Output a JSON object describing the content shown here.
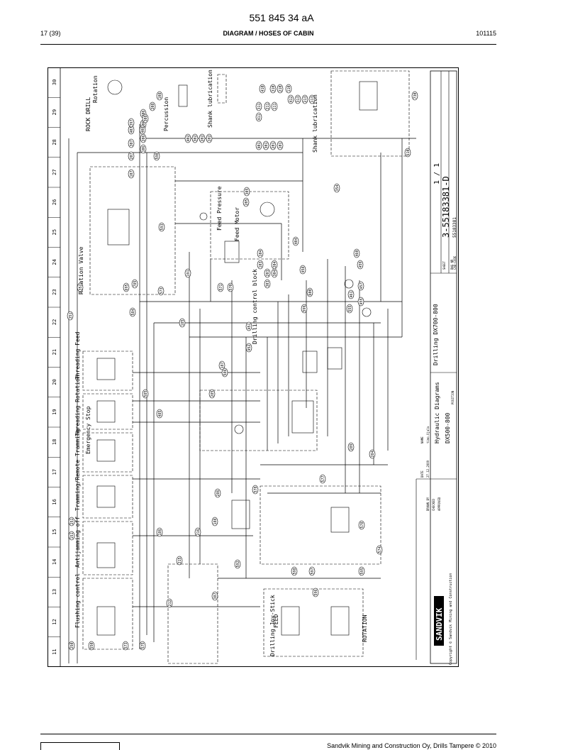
{
  "page": {
    "doc_number": "551 845 34 aA",
    "page_indicator": "17 (39)",
    "section_title": "DIAGRAM / HOSES OF CABIN",
    "date_code": "101115",
    "footer_text": "Sandvik Mining and Construction Oy, Drills Tampere © 2010"
  },
  "sheet": {
    "grid_columns": [
      "11",
      "12",
      "13",
      "14",
      "15",
      "16",
      "17",
      "18",
      "19",
      "20",
      "21",
      "22",
      "23",
      "24",
      "25",
      "26",
      "27",
      "28",
      "29",
      "30"
    ],
    "section_labels": {
      "flushing": "Flushing control",
      "antijamming": "Antijamming off",
      "tramming": "Tramming/Remote Tramming",
      "emergency": "Emergency Stop",
      "threading_rotation": "Threading Rotation",
      "threading_feed": "Threading Feed",
      "rotation_valve": "Rotation Valve",
      "drilling_control": "Drilling control block",
      "feed_pressure": "Feed Pressure",
      "feed_motor": "Feed Motor",
      "percussion": "Percussion",
      "rock_drill": "ROCK DRILL",
      "rotation": "Rotation",
      "shank_lubrication": "Shank lubrication",
      "shank_lubrication_2": "Shank lubrication",
      "joystick": "Drilling Joy-Stick",
      "feed": "FEED",
      "rotation_js": "ROTATION"
    },
    "hose_numbers": [
      {
        "id": "250"
      },
      {
        "id": "550"
      },
      {
        "id": "573"
      },
      {
        "id": "575"
      },
      {
        "id": "151"
      },
      {
        "id": "251"
      },
      {
        "id": "186"
      },
      {
        "id": "216"
      },
      {
        "id": "215"
      },
      {
        "id": "212"
      },
      {
        "id": "387"
      },
      {
        "id": "592"
      },
      {
        "id": "188"
      },
      {
        "id": "286"
      },
      {
        "id": "578"
      },
      {
        "id": "577"
      },
      {
        "id": "598"
      },
      {
        "id": "597"
      },
      {
        "id": "596"
      },
      {
        "id": "595"
      },
      {
        "id": "574"
      },
      {
        "id": "578b"
      },
      {
        "id": "284"
      },
      {
        "id": "289"
      },
      {
        "id": "485"
      },
      {
        "id": "585"
      },
      {
        "id": "285"
      },
      {
        "id": "586"
      },
      {
        "id": "187"
      },
      {
        "id": "452"
      },
      {
        "id": "451"
      },
      {
        "id": "185"
      },
      {
        "id": "584"
      },
      {
        "id": "695"
      },
      {
        "id": "785"
      },
      {
        "id": "351"
      },
      {
        "id": "352"
      },
      {
        "id": "590"
      },
      {
        "id": "573b"
      },
      {
        "id": "571"
      },
      {
        "id": "570"
      },
      {
        "id": "303"
      },
      {
        "id": "203"
      },
      {
        "id": "304"
      },
      {
        "id": "204"
      },
      {
        "id": "103"
      },
      {
        "id": "104"
      },
      {
        "id": "191"
      },
      {
        "id": "593"
      },
      {
        "id": "404"
      },
      {
        "id": "305"
      },
      {
        "id": "205"
      },
      {
        "id": "458"
      },
      {
        "id": "600"
      },
      {
        "id": "599"
      },
      {
        "id": "555"
      },
      {
        "id": "461"
      },
      {
        "id": "459"
      },
      {
        "id": "460"
      },
      {
        "id": "455"
      },
      {
        "id": "457"
      },
      {
        "id": "354"
      },
      {
        "id": "107"
      },
      {
        "id": "207"
      },
      {
        "id": "307"
      },
      {
        "id": "407"
      },
      {
        "id": "106"
      },
      {
        "id": "206"
      },
      {
        "id": "306"
      },
      {
        "id": "406"
      },
      {
        "id": "408"
      },
      {
        "id": "308"
      },
      {
        "id": "208"
      },
      {
        "id": "108"
      },
      {
        "id": "402"
      },
      {
        "id": "302"
      },
      {
        "id": "202"
      },
      {
        "id": "102"
      },
      {
        "id": "401"
      },
      {
        "id": "301"
      },
      {
        "id": "201"
      },
      {
        "id": "101"
      },
      {
        "id": "411"
      },
      {
        "id": "311"
      },
      {
        "id": "211"
      },
      {
        "id": "111"
      },
      {
        "id": "410"
      },
      {
        "id": "310"
      },
      {
        "id": "210"
      },
      {
        "id": "110"
      },
      {
        "id": "412"
      },
      {
        "id": "313"
      },
      {
        "id": "213"
      },
      {
        "id": "113"
      },
      {
        "id": "397"
      },
      {
        "id": "610"
      },
      {
        "id": "730"
      }
    ],
    "title_block": {
      "company": "SANDVIK",
      "copyright": "Copyright © Sandvik Mining and Construction",
      "title_1": "Hydraulic Diagrams",
      "title_2": "DX500-800",
      "title_3": "Drilling DX700-800",
      "sheet_label": "SHEET",
      "sheet_value": "1 / 1",
      "dwg_label": "DWG NR",
      "dwg_value": "3-55183381-D",
      "cad_label": "CAD-CODE",
      "cad_value": "55183381",
      "date_label": "DATE",
      "name_label": "NAME",
      "drawn_label": "DRAWN BY",
      "drawn_date": "27.12.2009",
      "drawn_name": "timo.Ojala",
      "checked_label": "CHECKED",
      "approved_label": "APPROVED",
      "position_label": "POSITION"
    }
  }
}
